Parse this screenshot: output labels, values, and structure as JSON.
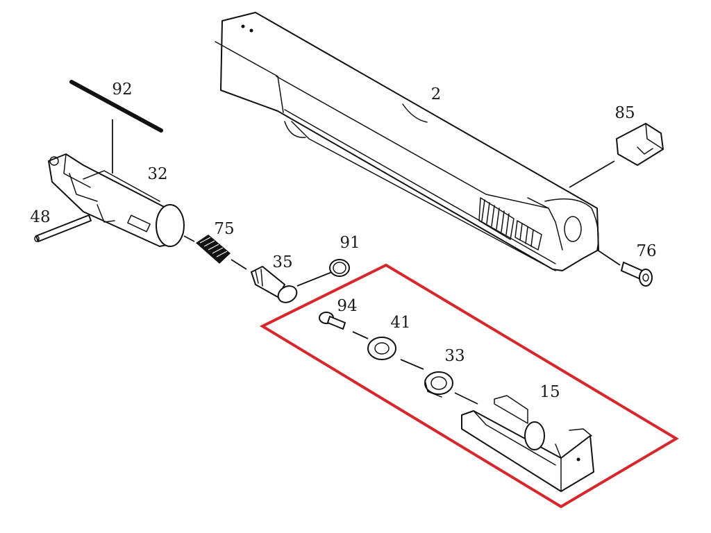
{
  "labels": {
    "p92": "92",
    "p2": "2",
    "p85": "85",
    "p32": "32",
    "p48": "48",
    "p75": "75",
    "p91": "91",
    "p35": "35",
    "p76": "76",
    "p94": "94",
    "p41": "41",
    "p33": "33",
    "p15": "15"
  },
  "colors": {
    "highlight": "#d9262b",
    "ink": "#111111",
    "background": "#ffffff"
  }
}
